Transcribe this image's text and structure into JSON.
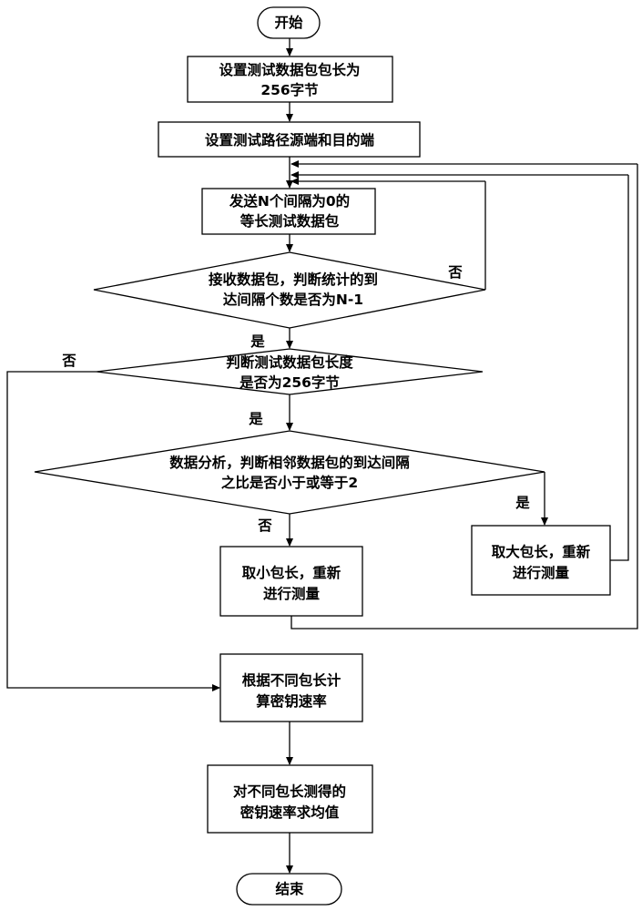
{
  "nodes": {
    "start": "开始",
    "set_length": [
      "设置测试数据包包长为",
      "256字节"
    ],
    "set_path": "设置测试路径源端和目的端",
    "send": [
      "发送N个间隔为0的",
      "等长测试数据包"
    ],
    "check_count": [
      "接收数据包，判断统计的到",
      "达间隔个数是否为N-1"
    ],
    "check_length": [
      "判断测试数据包长度",
      "是否为256字节"
    ],
    "analyze": [
      "数据分析，判断相邻数据包的到达间隔",
      "之比是否小于或等于2"
    ],
    "small_pkt": [
      "取小包长，重新",
      "进行测量"
    ],
    "large_pkt": [
      "取大包长，重新",
      "进行测量"
    ],
    "calc_rate": [
      "根据不同包长计",
      "算密钥速率"
    ],
    "average": [
      "对不同包长测得的",
      "密钥速率求均值"
    ],
    "end": "结束"
  },
  "labels": {
    "count_no": "否",
    "count_yes": "是",
    "length_no": "否",
    "length_yes": "是",
    "analyze_yes": "是",
    "analyze_no": "否"
  }
}
